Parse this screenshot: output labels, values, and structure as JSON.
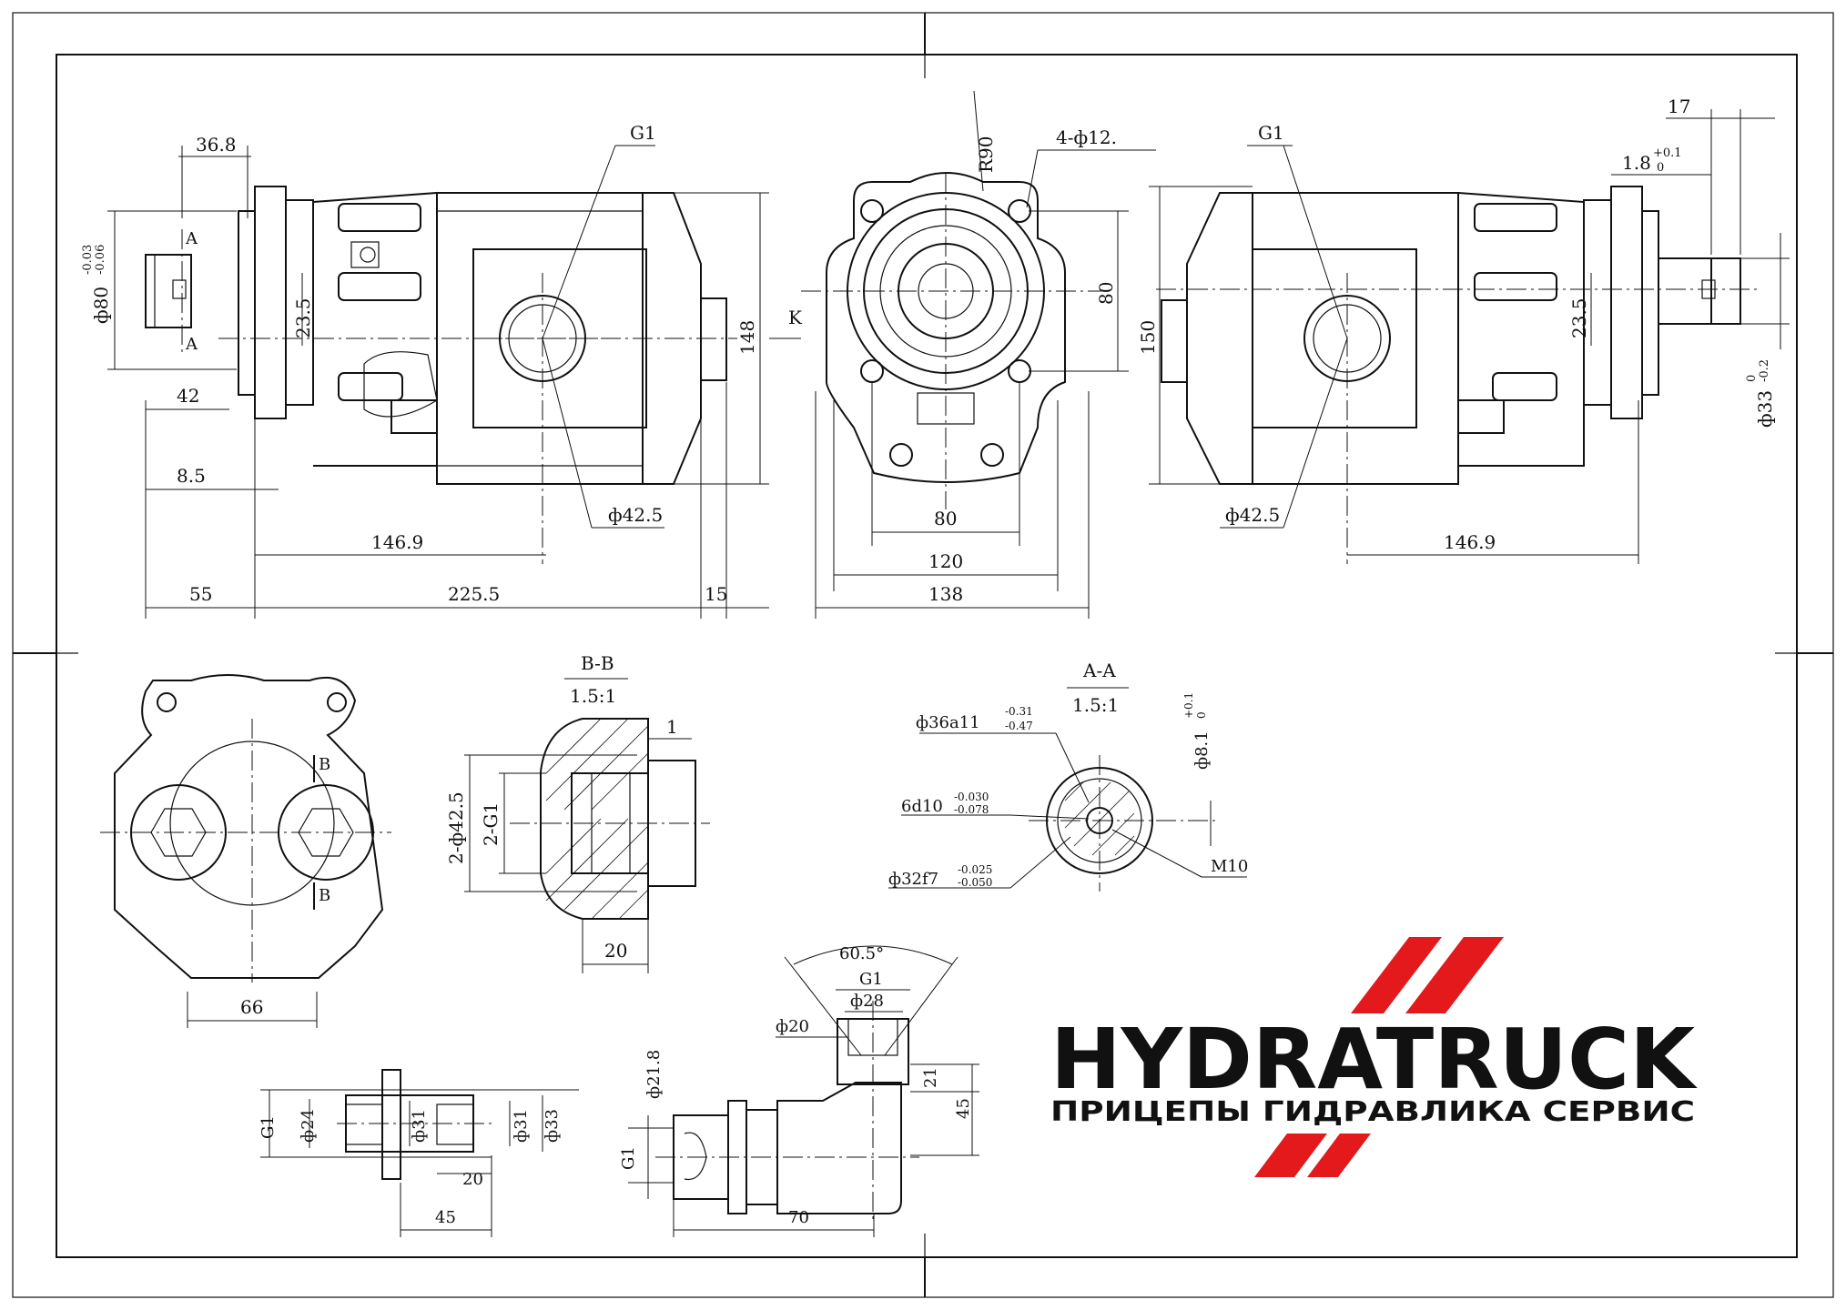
{
  "drawing": {
    "top_left_view": {
      "dims": [
        "36.8",
        "23.5",
        "42",
        "8.5",
        "146.9",
        "55",
        "225.5",
        "15",
        "148",
        "G1",
        "ф42.5"
      ],
      "phi80": "ф80",
      "phi80_tol_upper": "-0.03",
      "phi80_tol_lower": "-0.06",
      "section_mark_a": "A",
      "arrow_k": "K"
    },
    "top_middle_view": {
      "dims": [
        "R90",
        "4-ф12.",
        "80",
        "80",
        "120",
        "138"
      ]
    },
    "top_right_view": {
      "dims": [
        "G1",
        "17",
        "23.5",
        "150",
        "ф42.5",
        "146.9"
      ],
      "dim_1_8": "1.8",
      "dim_1_8_tol": "+0.1",
      "dim_1_8_tol_lower": "0",
      "phi33": "ф33",
      "phi33_tol_upper": "0",
      "phi33_tol_lower": "-0.2"
    },
    "flange_view": {
      "section_mark_b": "B",
      "width_dim": "66"
    },
    "section_bb": {
      "title": "B-B",
      "scale": "1.5:1",
      "dims": [
        "1",
        "2-ф42.5",
        "2-G1",
        "20"
      ]
    },
    "section_aa": {
      "title": "A-A",
      "scale": "1.5:1",
      "phi36": "ф36a11",
      "phi36_tol_upper": "-0.31",
      "phi36_tol_lower": "-0.47",
      "spline": "6d10",
      "spline_tol_upper": "-0.030",
      "spline_tol_lower": "-0.078",
      "phi32": "ф32f7",
      "phi32_tol_upper": "-0.025",
      "phi32_tol_lower": "-0.050",
      "key": "ф8.1",
      "key_tol_upper": "+0.1",
      "key_tol_lower": "0",
      "thread": "M10"
    },
    "nipple_view": {
      "dims": [
        "G1",
        "ф24",
        "ф31",
        "ф31",
        "ф33",
        "20",
        "45"
      ]
    },
    "elbow_view": {
      "dims": [
        "60.5°",
        "G1",
        "ф28",
        "ф20",
        "ф21.8",
        "21",
        "45",
        "G1",
        "70"
      ]
    }
  },
  "brand": {
    "name": "HYDRATRUCK",
    "tagline": "ПРИЦЕПЫ ГИДРАВЛИКА СЕРВИС",
    "stripe_color": "#e3191b",
    "text_color": "#111111"
  }
}
